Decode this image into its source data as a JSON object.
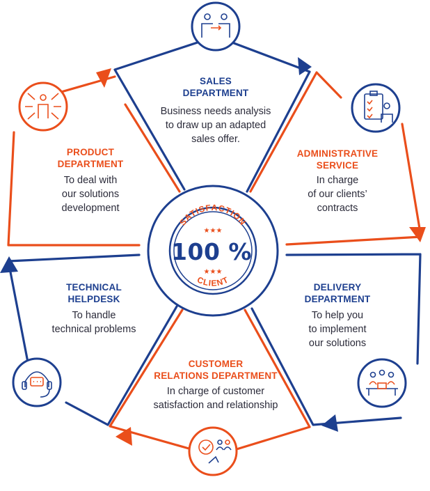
{
  "colors": {
    "blue": "#1d3f8f",
    "orange": "#ea4e1b",
    "text": "#2b2b3a"
  },
  "segments": [
    {
      "title_lines": [
        "SALES",
        "DEPARTMENT"
      ],
      "desc_lines": [
        "Business needs analysis",
        "to draw up an adapted",
        "sales offer."
      ],
      "color": "blue",
      "icon": "handshake-people-icon"
    },
    {
      "title_lines": [
        "ADMINISTRATIVE",
        "SERVICE"
      ],
      "desc_lines": [
        "In charge",
        "of our clients’",
        "contracts"
      ],
      "color": "orange",
      "icon": "clipboard-checklist-icon"
    },
    {
      "title_lines": [
        "DELIVERY",
        "DEPARTMENT"
      ],
      "desc_lines": [
        "To help you",
        "to implement",
        "our solutions"
      ],
      "color": "blue",
      "icon": "meeting-table-icon"
    },
    {
      "title_lines": [
        "CUSTOMER",
        "RELATIONS DEPARTMENT"
      ],
      "desc_lines": [
        "In charge of  customer",
        "satisfaction and relationship"
      ],
      "color": "orange",
      "icon": "satisfaction-check-icon"
    },
    {
      "title_lines": [
        "TECHNICAL",
        "HELPDESK"
      ],
      "desc_lines": [
        "To handle",
        "technical problems"
      ],
      "color": "blue",
      "icon": "headset-chat-icon"
    },
    {
      "title_lines": [
        "PRODUCT",
        "DEPARTMENT"
      ],
      "desc_lines": [
        "To deal with",
        "our solutions",
        "development"
      ],
      "color": "orange",
      "icon": "person-arrows-icon"
    }
  ],
  "center": {
    "top_arc": "SATISFACTION",
    "value": "100 %",
    "bottom_arc": "CLIENT",
    "stars": "★★★"
  }
}
